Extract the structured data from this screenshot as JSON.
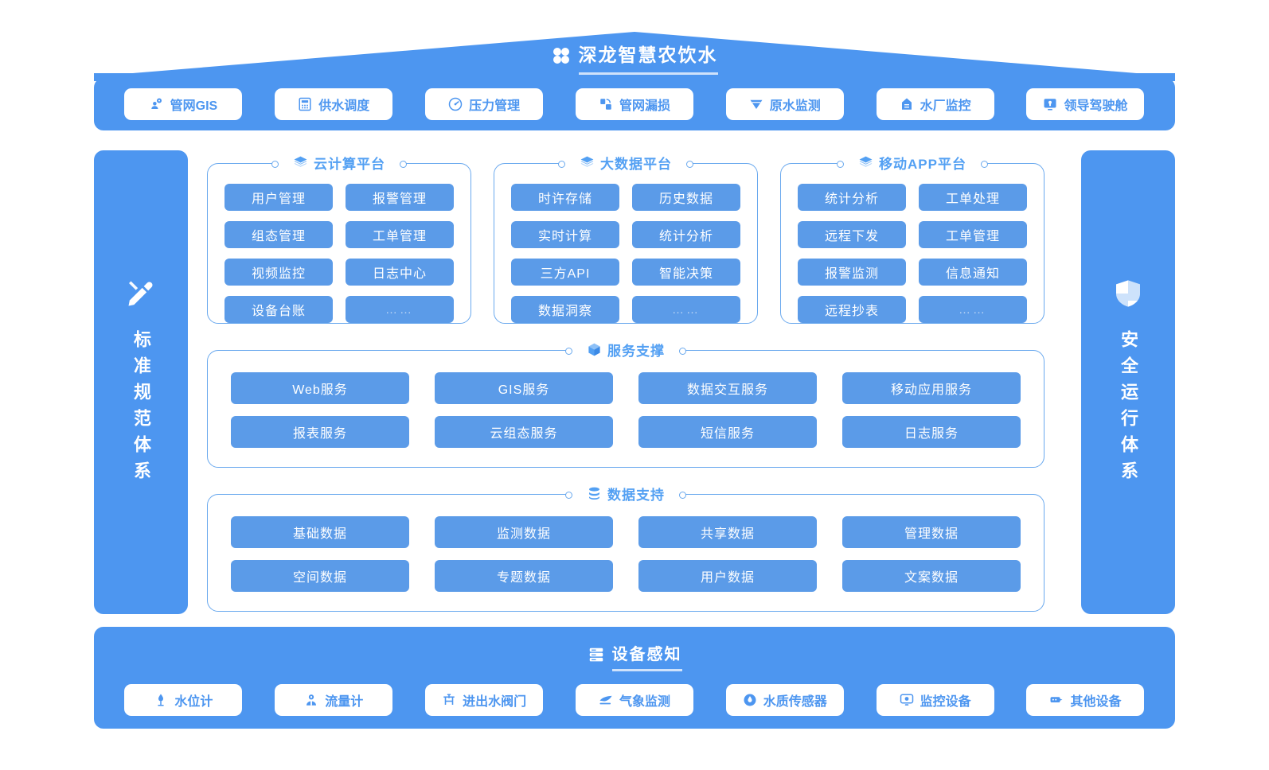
{
  "header": {
    "title": "深龙智慧农饮水",
    "logo_icon": "four-dot-grid-icon",
    "nav": [
      {
        "label": "管网GIS",
        "icon": "map-pin-network-icon"
      },
      {
        "label": "供水调度",
        "icon": "control-panel-icon"
      },
      {
        "label": "压力管理",
        "icon": "gauge-icon"
      },
      {
        "label": "管网漏损",
        "icon": "pipe-leak-icon"
      },
      {
        "label": "原水监测",
        "icon": "water-wave-icon"
      },
      {
        "label": "水厂监控",
        "icon": "factory-icon"
      },
      {
        "label": "领导驾驶舱",
        "icon": "dashboard-screen-icon"
      }
    ]
  },
  "left_pillar": {
    "label": "标准规范体系",
    "icon": "ruler-pencil-icon"
  },
  "right_pillar": {
    "label": "安全运行体系",
    "icon": "shield-icon"
  },
  "platforms": [
    {
      "title": "云计算平台",
      "icon": "layers-icon",
      "items": [
        "用户管理",
        "报警管理",
        "组态管理",
        "工单管理",
        "视频监控",
        "日志中心",
        "设备台账",
        "……"
      ]
    },
    {
      "title": "大数据平台",
      "icon": "layers-icon",
      "items": [
        "时许存储",
        "历史数据",
        "实时计算",
        "统计分析",
        "三方API",
        "智能决策",
        "数据洞察",
        "……"
      ]
    },
    {
      "title": "移动APP平台",
      "icon": "layers-icon",
      "items": [
        "统计分析",
        "工单处理",
        "远程下发",
        "工单管理",
        "报警监测",
        "信息通知",
        "远程抄表",
        "……"
      ]
    }
  ],
  "service_layer": {
    "title": "服务支撑",
    "icon": "cube-icon",
    "items": [
      "Web服务",
      "GIS服务",
      "数据交互服务",
      "移动应用服务",
      "报表服务",
      "云组态服务",
      "短信服务",
      "日志服务"
    ]
  },
  "data_layer": {
    "title": "数据支持",
    "icon": "database-icon",
    "items": [
      "基础数据",
      "监测数据",
      "共享数据",
      "管理数据",
      "空间数据",
      "专题数据",
      "用户数据",
      "文案数据"
    ]
  },
  "device_layer": {
    "title": "设备感知",
    "icon": "server-stack-icon",
    "items": [
      {
        "label": "水位计",
        "icon": "level-gauge-icon"
      },
      {
        "label": "流量计",
        "icon": "flow-meter-icon"
      },
      {
        "label": "进出水阀门",
        "icon": "valve-icon"
      },
      {
        "label": "气象监测",
        "icon": "weather-icon"
      },
      {
        "label": "水质传感器",
        "icon": "water-quality-sensor-icon"
      },
      {
        "label": "监控设备",
        "icon": "camera-icon"
      },
      {
        "label": "其他设备",
        "icon": "device-icon"
      }
    ]
  },
  "colors": {
    "primary_blue": "#4d96f0",
    "tile_blue": "#5b9be8",
    "border_blue": "#6aa9ee",
    "title_blue": "#53a0f3",
    "white": "#ffffff"
  }
}
